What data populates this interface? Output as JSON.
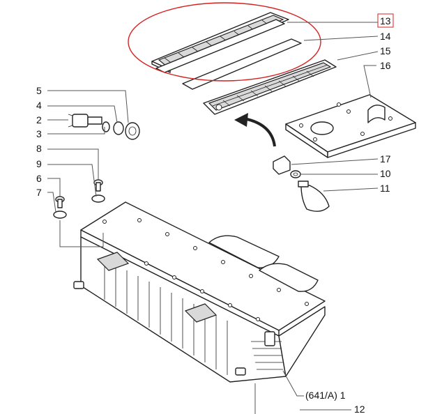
{
  "highlight": {
    "color": "#d62020",
    "label_box_color": "#d62020"
  },
  "labels": {
    "p1": "(641/A)  1",
    "p2": "2",
    "p3": "3",
    "p4": "4",
    "p5": "5",
    "p6": "6",
    "p7": "7",
    "p8": "8",
    "p9": "9",
    "p10": "10",
    "p11": "11",
    "p12": "12",
    "p13": "13",
    "p14": "14",
    "p15": "15",
    "p16": "16",
    "p17": "17"
  }
}
